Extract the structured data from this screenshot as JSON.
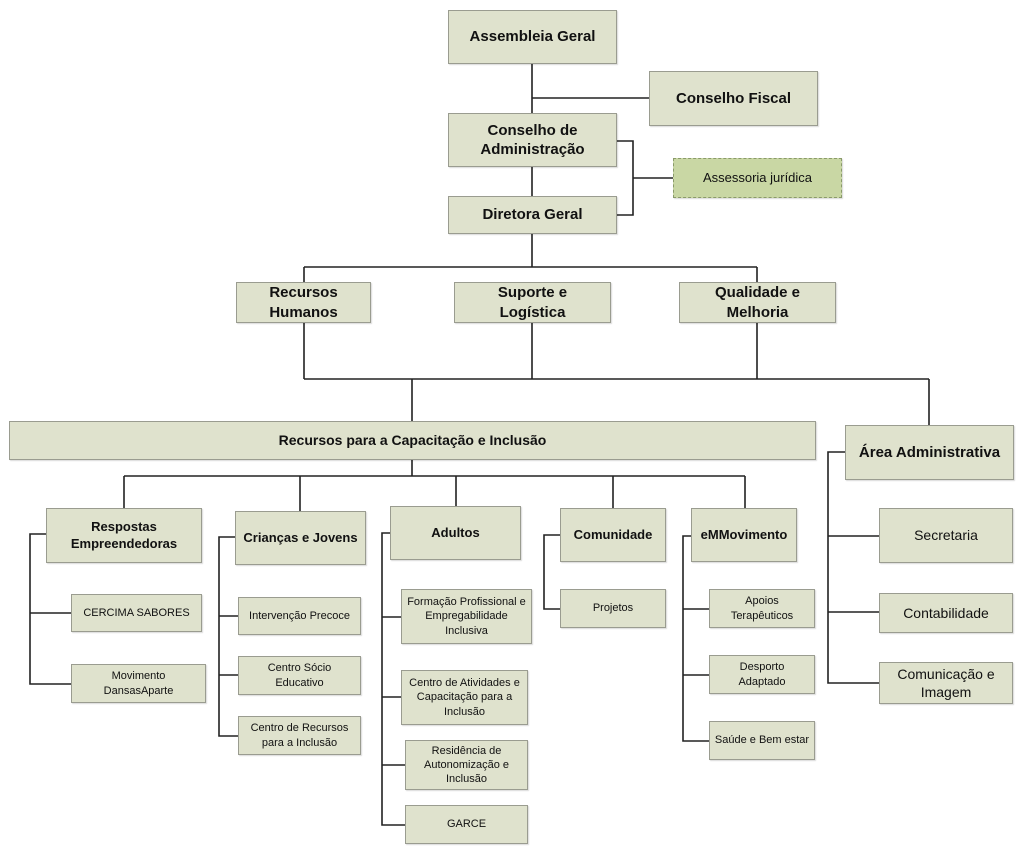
{
  "chart_title": "Organigrama",
  "colors": {
    "box_fill": "#dfe2cd",
    "legal_fill": "#c9d7a4",
    "line": "#222222"
  },
  "top": {
    "assembleia": "Assembleia Geral",
    "conselho_fiscal": "Conselho Fiscal",
    "conselho_admin": "Conselho de Administração",
    "assessoria": "Assessoria jurídica",
    "diretora": "Diretora Geral"
  },
  "support": {
    "rh": "Recursos Humanos",
    "suporte": "Suporte e Logística",
    "qualidade": "Qualidade e Melhoria"
  },
  "rci": {
    "title": "Recursos para a Capacitação e Inclusão",
    "groups": [
      {
        "title": "Respostas Empreendedoras",
        "items": [
          "CERCIMA SABORES",
          "Movimento DansasAparte"
        ]
      },
      {
        "title": "Crianças e Jovens",
        "items": [
          "Intervenção Precoce",
          "Centro Sócio Educativo",
          "Centro de Recursos para a Inclusão"
        ]
      },
      {
        "title": "Adultos",
        "items": [
          "Formação Profissional e Empregabilidade Inclusiva",
          "Centro de Atividades e Capacitação para a Inclusão",
          "Residência de Autonomização e Inclusão",
          "GARCE"
        ]
      },
      {
        "title": "Comunidade",
        "items": [
          "Projetos"
        ]
      },
      {
        "title": "eMMovimento",
        "items": [
          "Apoios Terapêuticos",
          "Desporto Adaptado",
          "Saúde e Bem estar"
        ]
      }
    ]
  },
  "admin": {
    "title": "Área Administrativa",
    "items": [
      "Secretaria",
      "Contabilidade",
      "Comunicação e Imagem"
    ]
  }
}
